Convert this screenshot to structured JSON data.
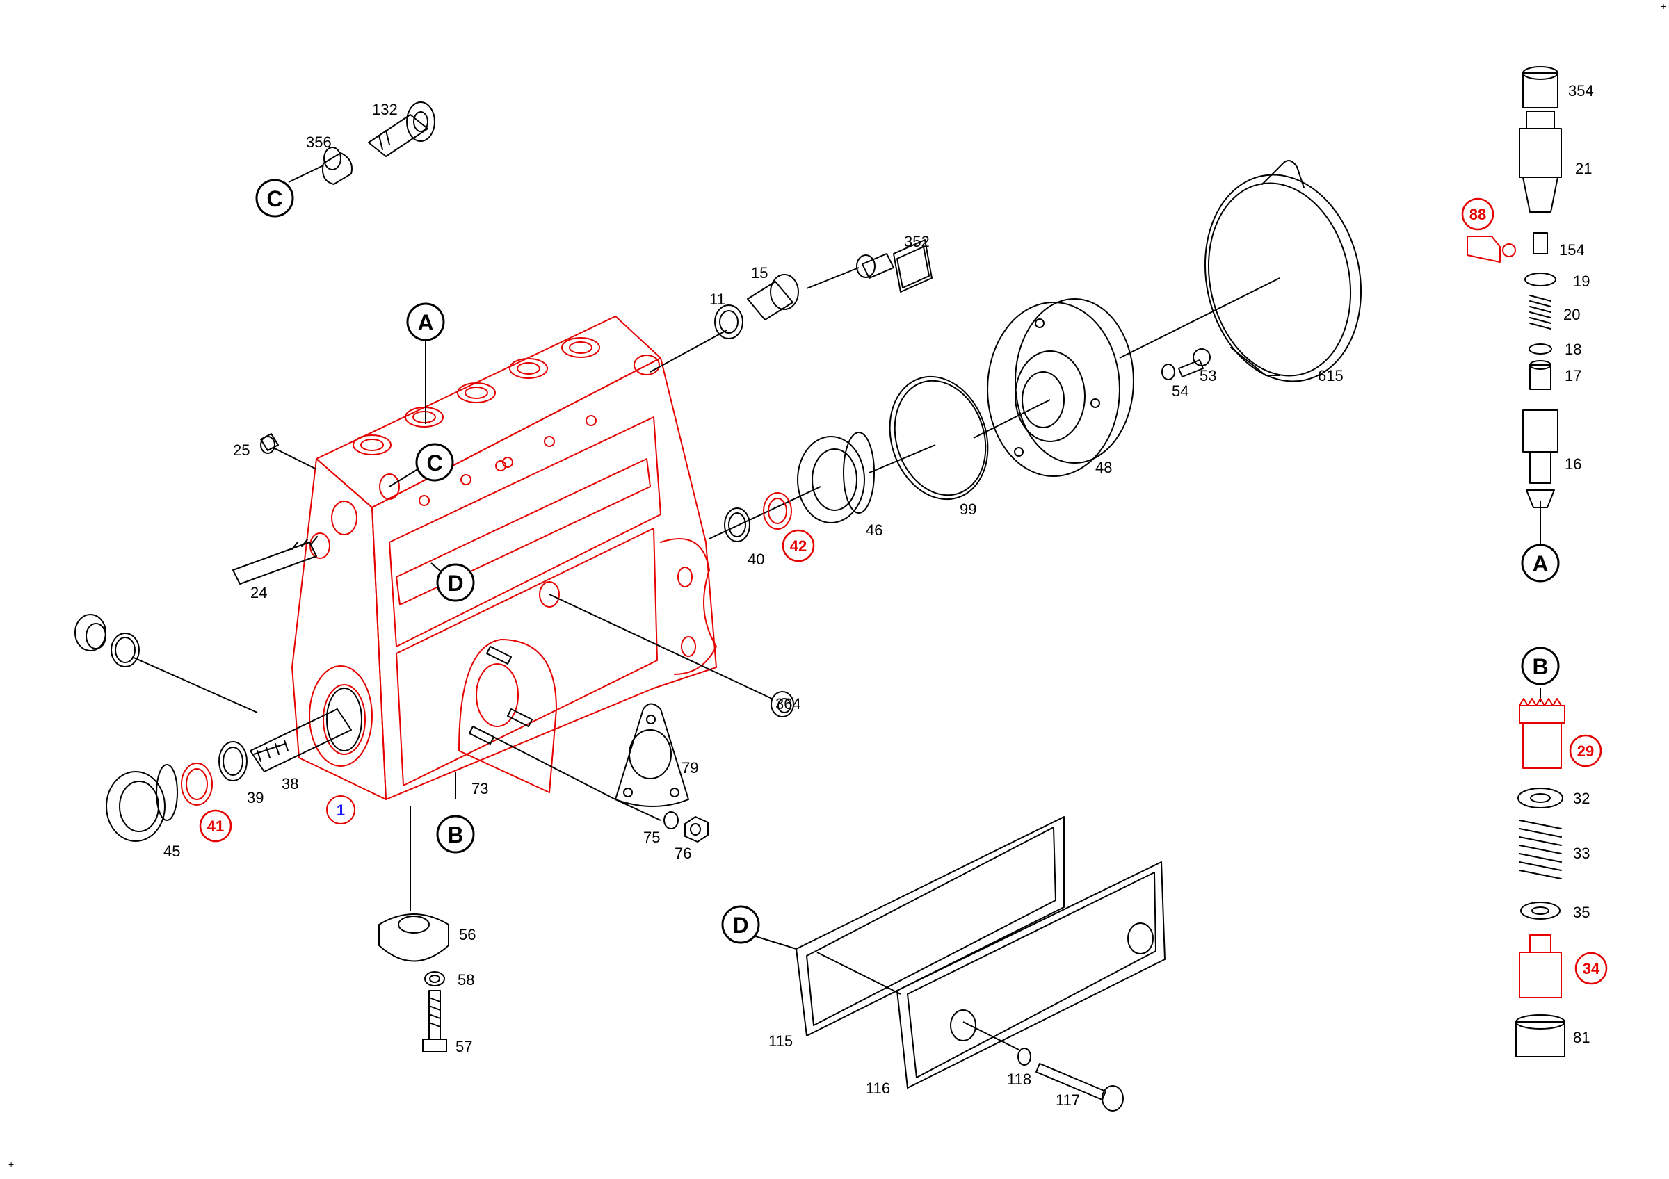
{
  "refs": {
    "a": "A",
    "b": "B",
    "c": "C",
    "d": "D"
  },
  "corner_marks": {
    "top_right": "+",
    "bottom_left": "+"
  },
  "parts": {
    "p1": "1",
    "p11": "11",
    "p15": "15",
    "p16": "16",
    "p17": "17",
    "p18": "18",
    "p19": "19",
    "p20": "20",
    "p21": "21",
    "p24": "24",
    "p25": "25",
    "p29": "29",
    "p32": "32",
    "p33": "33",
    "p34": "34",
    "p35": "35",
    "p38": "38",
    "p39": "39",
    "p40": "40",
    "p41": "41",
    "p42": "42",
    "p45": "45",
    "p46": "46",
    "p48": "48",
    "p53": "53",
    "p54": "54",
    "p56": "56",
    "p57": "57",
    "p58": "58",
    "p73": "73",
    "p75": "75",
    "p76": "76",
    "p79": "79",
    "p81": "81",
    "p88": "88",
    "p99": "99",
    "p115": "115",
    "p116": "116",
    "p117": "117",
    "p118": "118",
    "p132": "132",
    "p154": "154",
    "p352": "352",
    "p354": "354",
    "p356": "356",
    "p364": "364",
    "p615": "615"
  },
  "colors": {
    "line": "#000000",
    "highlight": "#e60000",
    "main_housing": "#1a1aff"
  }
}
